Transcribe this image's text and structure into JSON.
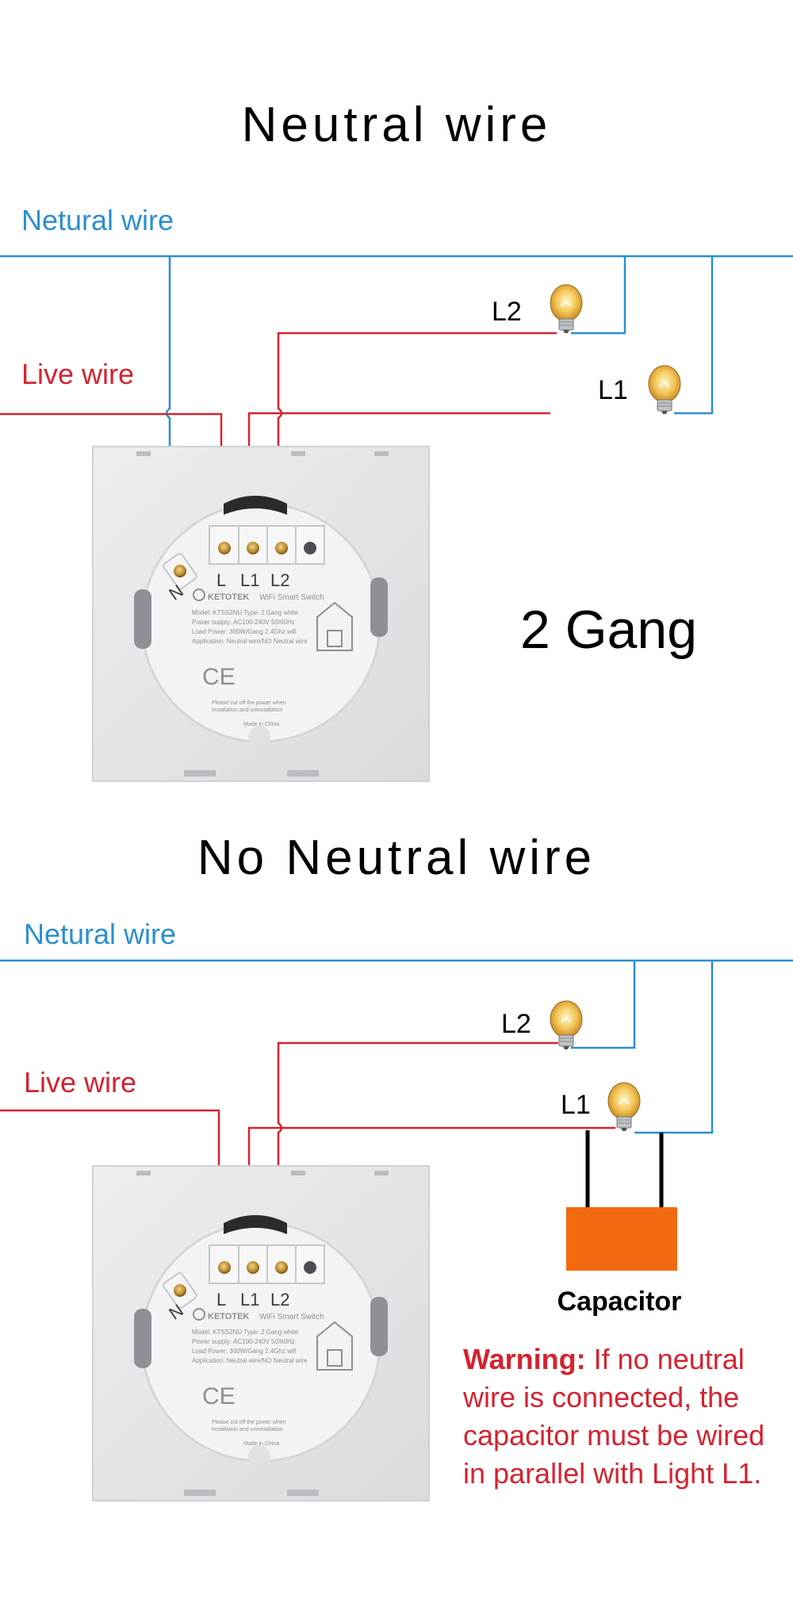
{
  "sections": [
    {
      "heading": "Neutral wire",
      "neutral_label": "Netural wire",
      "live_label": "Live wire",
      "lamp_l2": "L2",
      "lamp_l1": "L1",
      "gang_label": "2 Gang"
    },
    {
      "heading": "No Neutral wire",
      "neutral_label": "Netural wire",
      "live_label": "Live wire",
      "lamp_l2": "L2",
      "lamp_l1": "L1",
      "capacitor_label": "Capacitor"
    }
  ],
  "switch_label": {
    "terminal_l": "L",
    "terminal_l1": "L1",
    "terminal_l2": "L2",
    "terminal_n": "N",
    "brand": "KETOTEK",
    "product": "WiFi Smart Switch",
    "model_line": "Model: KTSS2NU   Type: 2 Gang white",
    "power_line": "Power supply: AC100-240V 50/60Hz",
    "load_line": "Load Power: 300W/Gang   2.4Ghz wifi",
    "app_line": "Application: Neutral wire/NO Neutral wire",
    "caution_line1": "Please cut off the power when",
    "caution_line2": "installation and uninstallation",
    "origin": "Made in China",
    "cert_marks": "CE"
  },
  "warning": {
    "prefix": "Warning:",
    "text": " If no neutral wire is connected, the capacitor must be wired in parallel with Light L1."
  },
  "colors": {
    "neutral": "#2a8fd0",
    "live": "#d42330",
    "capacitor": "#f26a0f",
    "switch_plate": "#e4e6e8"
  }
}
